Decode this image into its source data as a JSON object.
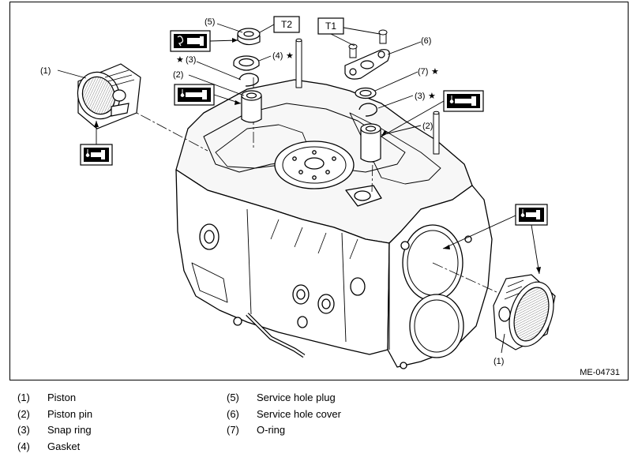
{
  "figure": {
    "code": "ME-04731",
    "callouts": {
      "piston_left": "(1)",
      "piston_right": "(1)",
      "pin_left": "(2)",
      "pin_right": "(2)",
      "snap_left": "(3)",
      "snap_right": "(3)",
      "gasket": "(4)",
      "plug": "(5)",
      "cover": "(6)",
      "oring": "(7)"
    },
    "star": "★",
    "torque": {
      "t1": "T1",
      "t2": "T2"
    }
  },
  "legend": {
    "left": [
      {
        "num": "(1)",
        "text": "Piston"
      },
      {
        "num": "(2)",
        "text": "Piston pin"
      },
      {
        "num": "(3)",
        "text": "Snap ring"
      },
      {
        "num": "(4)",
        "text": "Gasket"
      }
    ],
    "right": [
      {
        "num": "(5)",
        "text": "Service hole plug"
      },
      {
        "num": "(6)",
        "text": "Service hole cover"
      },
      {
        "num": "(7)",
        "text": "O-ring"
      }
    ]
  }
}
